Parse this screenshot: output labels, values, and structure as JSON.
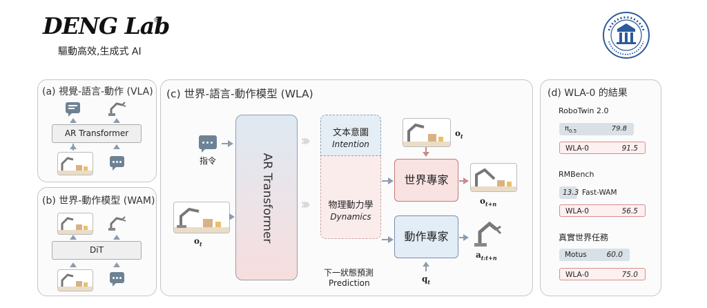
{
  "brand": {
    "logo_text": "DENG Lab",
    "reg_mark": "®",
    "tagline": "驅動高效,生成式 AI"
  },
  "panel_a": {
    "title": "(a) 視覺-語言-動作 (VLA)",
    "transformer": "AR Transformer"
  },
  "panel_b": {
    "title": "(b) 世界-動作模型 (WAM)",
    "transformer": "DiT"
  },
  "panel_c": {
    "title": "(c) 世界-語言-動作模型 (WLA)",
    "instruction_label": "指令",
    "obs_label_main": "o",
    "obs_label_sub": "t",
    "transformer": "AR Transformer",
    "intention_cn": "文本意圖",
    "intention_en": "Intention",
    "dynamics_cn": "物理動力學",
    "dynamics_en": "Dynamics",
    "prediction_cn": "下一狀態預測",
    "prediction_en": "Prediction",
    "world_expert": "世界專家",
    "action_expert": "動作專家",
    "obs_top_main": "o",
    "obs_top_sub": "t",
    "obs_out_main": "o",
    "obs_out_sub": "t+n",
    "act_out_main": "a",
    "act_out_sub": "t:t+n",
    "q_main": "q",
    "q_sub": "t"
  },
  "panel_d": {
    "title": "(d) WLA-0 的結果",
    "groups": [
      {
        "name": "RoboTwin 2.0",
        "rows": [
          {
            "label": "π",
            "label_sub": "0.5",
            "value": "79.8",
            "score": 79.8,
            "kind": "baseline"
          },
          {
            "label": "WLA-0",
            "label_sub": "",
            "value": "91.5",
            "score": 91.5,
            "kind": "ours"
          }
        ]
      },
      {
        "name": "RMBench",
        "rows": [
          {
            "label": "Fast-WAM",
            "label_sub": "",
            "value": "13.3",
            "score": 13.3,
            "kind": "baseline"
          },
          {
            "label": "WLA-0",
            "label_sub": "",
            "value": "56.5",
            "score": 56.5,
            "kind": "ours"
          }
        ]
      },
      {
        "name": "真實世界任務",
        "rows": [
          {
            "label": "Motus",
            "label_sub": "",
            "value": "60.0",
            "score": 60.0,
            "kind": "baseline"
          },
          {
            "label": "WLA-0",
            "label_sub": "",
            "value": "75.0",
            "score": 75.0,
            "kind": "ours"
          }
        ]
      }
    ]
  },
  "colors": {
    "baseline_fill": "#d9e1e6",
    "ours_fill": "#fdf0f0",
    "ours_border": "#d88c8c",
    "world_expert_fill": "#f9e2e2",
    "world_expert_border": "#c47878",
    "action_expert_fill": "#e3edf6",
    "action_expert_border": "#7590ad",
    "arrow": "#8b9cae"
  },
  "icons": [
    "chat-lines-icon",
    "chat-dots-icon",
    "robot-arm-icon",
    "robot-scene-icon",
    "university-seal-icon",
    "chevron-arrows-icon"
  ]
}
